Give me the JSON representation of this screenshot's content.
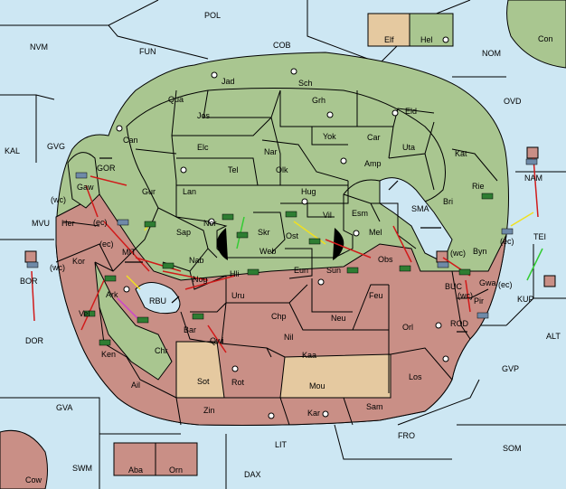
{
  "colors": {
    "sea": "#cde7f3",
    "green": "#a9c690",
    "red": "#c98f86",
    "tan": "#e5c9a0",
    "border": "#000000",
    "arrow_red": "#d11a1a",
    "arrow_yellow": "#f0e020",
    "arrow_green": "#33cc33",
    "arrow_magenta": "#cc44cc"
  },
  "sea_labels": [
    "POL",
    "NVM",
    "FUN",
    "COB",
    "NOM",
    "Con",
    "OVD",
    "KAL",
    "GVG",
    "MVU",
    "BOR",
    "DOR",
    "ALT",
    "GVP",
    "GVA",
    "SWM",
    "LIT",
    "FRO",
    "SOM",
    "DAX",
    "Cow",
    "SMA",
    "MIT",
    "RBU",
    "BUC",
    "ROD",
    "KUP",
    "TEI",
    "NAM"
  ],
  "legend": {
    "tan_label": "Elf",
    "green_label": "Hel"
  },
  "land_labels": [
    "Jad",
    "Sch",
    "Qua",
    "Grh",
    "Jos",
    "Eld",
    "Can",
    "Yok",
    "Car",
    "Elc",
    "Nar",
    "Uta",
    "Tel",
    "Amp",
    "Kat",
    "GOR",
    "Olk",
    "Gaw",
    "Gur",
    "Lan",
    "Hug",
    "Rie",
    "Bri",
    "Nor",
    "Skr",
    "Vil",
    "Esm",
    "Her",
    "Sap",
    "Web",
    "Ost",
    "Mel",
    "Byn",
    "Kor",
    "Nab",
    "Eun",
    "Sun",
    "Obs",
    "Gwa",
    "Hli",
    "Nog",
    "Pir",
    "Ark",
    "Uru",
    "Feu",
    "Chr",
    "Chp",
    "Neu",
    "Vel",
    "Orl",
    "Bar",
    "Qwi",
    "Nil",
    "Ken",
    "Kaa",
    "Los",
    "Sot",
    "Rot",
    "Mou",
    "Ail",
    "Sam",
    "Zin",
    "Kar",
    "Aba",
    "Orn"
  ],
  "coast_tags": [
    "(wc)",
    "(ec)",
    "(wc)",
    "(ec)",
    "(wc)",
    "(ec)",
    "(wc)",
    "(ec)"
  ]
}
